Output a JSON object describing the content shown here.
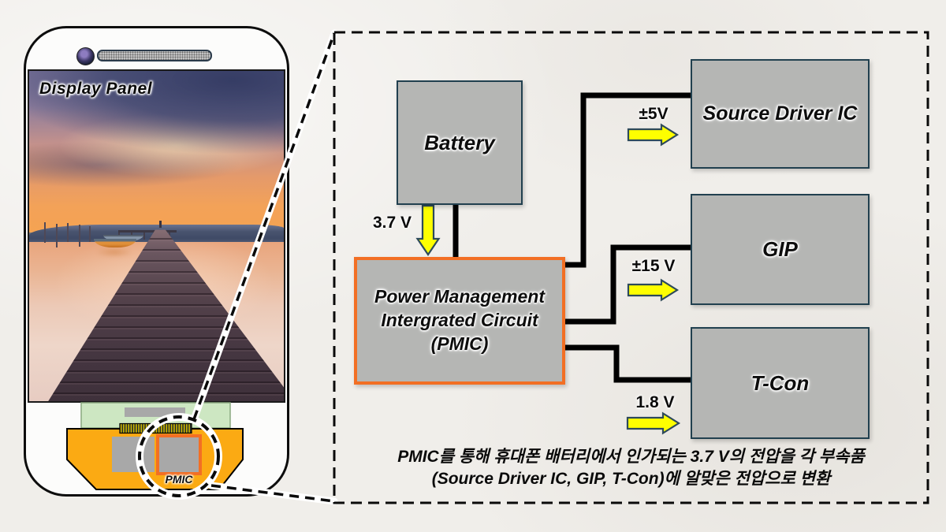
{
  "phone": {
    "display_panel_label": "Display Panel",
    "pmic_chip_label": "PMIC"
  },
  "diagram": {
    "battery_label": "Battery",
    "source_driver_label": "Source Driver IC",
    "gip_label": "GIP",
    "tcon_label": "T-Con",
    "pmic_line1": "Power Management",
    "pmic_line2": "Intergrated Circuit",
    "pmic_line3": "(PMIC)",
    "voltage_battery": "3.7 V",
    "voltage_source": "±5V",
    "voltage_gip": "±15 V",
    "voltage_tcon": "1.8 V",
    "caption_line1": "PMIC를 통해 휴대폰 배터리에서 인가되는 3.7 V의 전압을 각 부속품",
    "caption_line2": "(Source Driver IC, GIP, T-Con)에 알맞은 전압으로 변환",
    "colors": {
      "block_fill": "#b5b6b4",
      "block_border": "#21404f",
      "pmic_border": "#f26f24",
      "arrow_fill": "#feff00",
      "arrow_outline": "#2d4a5a",
      "connector_line": "#000000",
      "flex_orange": "#fbaa13",
      "pcb_green": "#cde7c2"
    }
  }
}
